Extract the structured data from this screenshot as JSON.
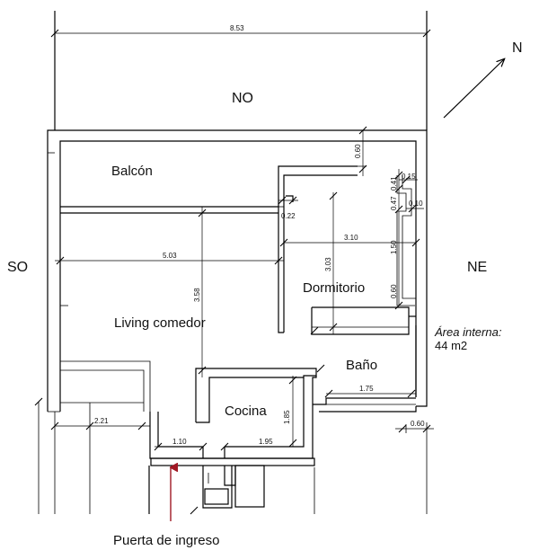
{
  "orientation": {
    "north": "N",
    "northwest": "NO",
    "southwest": "SO",
    "northeast": "NE"
  },
  "rooms": {
    "balcony": "Balcón",
    "living_dining": "Living comedor",
    "bedroom": "Dormitorio",
    "bathroom": "Baño",
    "kitchen": "Cocina"
  },
  "dimensions": {
    "lot_width": "8.53",
    "balcony_depth": "0.60",
    "d_015": "0.15",
    "d_041": "0.41",
    "d_047": "0.47",
    "d_010": "0.10",
    "d_022": "0.22",
    "bedroom_width": "3.10",
    "d_150": "1.50",
    "bedroom_depth": "3.03",
    "d_060_b": "0.60",
    "living_width": "5.03",
    "living_depth": "3.58",
    "bath_width": "1.75",
    "kitchen_depth": "1.85",
    "d_221": "2.21",
    "d_110": "1.10",
    "d_195": "1.95",
    "d_060_c": "0.60"
  },
  "notes": {
    "area_line1": "Área interna:",
    "area_line2": "44  m2",
    "entrance": "Puerta de ingreso"
  },
  "colors": {
    "lines": "#000000",
    "entrance_arrow": "#a01824",
    "background": "#ffffff"
  }
}
